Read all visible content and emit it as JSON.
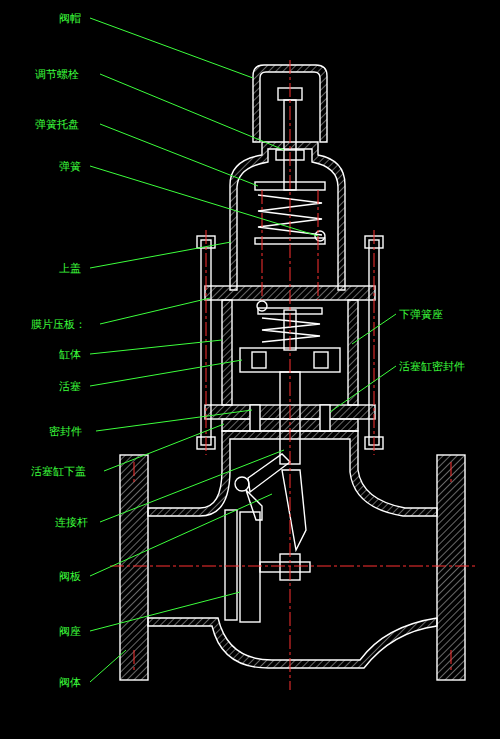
{
  "diagram": {
    "labels": [
      "阀帽",
      "调节螺栓",
      "弹簧托盘",
      "弹簧",
      "上盖",
      "膜片压板：",
      "缸体",
      "活塞",
      "密封件",
      "活塞缸下盖",
      "连接杆",
      "阀板",
      "阀座",
      "阀体",
      "下弹簧座",
      "活塞缸密封件"
    ]
  }
}
